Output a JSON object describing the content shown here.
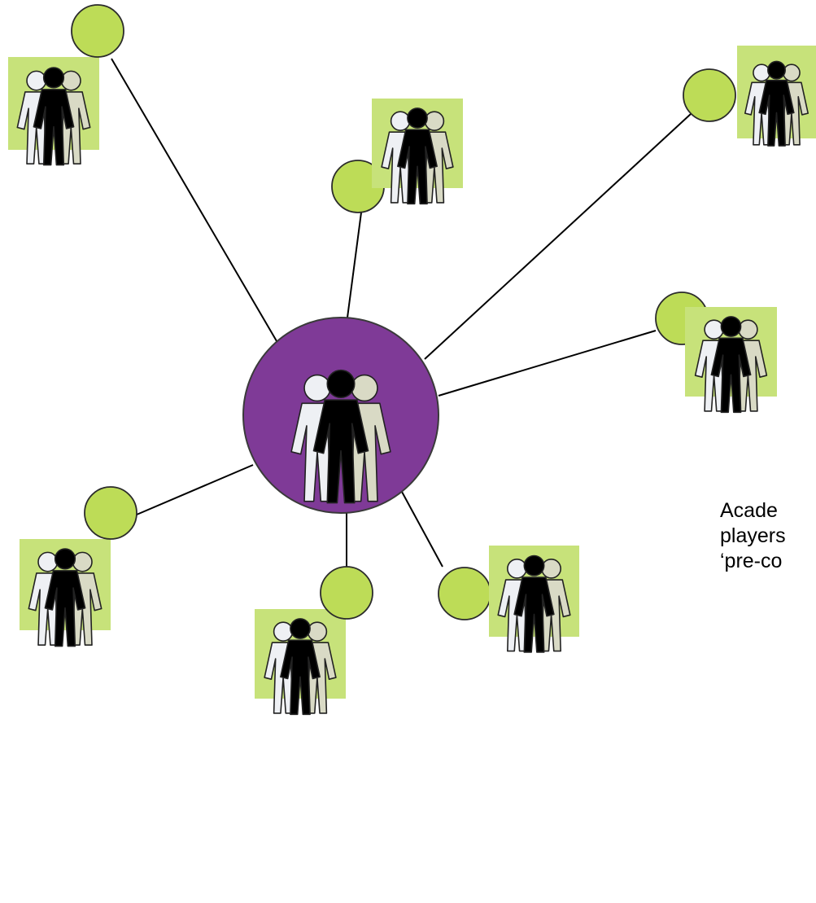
{
  "diagram": {
    "type": "hub-and-spoke network",
    "hub": {
      "icon": "people-group-icon",
      "fill": "#7f3a97",
      "stroke": "#3a3a3a"
    },
    "nodes": [
      {
        "id": "node-top-left",
        "icon": "people-group-icon"
      },
      {
        "id": "node-top-center",
        "icon": "people-group-icon"
      },
      {
        "id": "node-top-right",
        "icon": "people-group-icon"
      },
      {
        "id": "node-right",
        "icon": "people-group-icon"
      },
      {
        "id": "node-left",
        "icon": "people-group-icon"
      },
      {
        "id": "node-bottom-right",
        "icon": "people-group-icon"
      },
      {
        "id": "node-bottom",
        "icon": "people-group-icon"
      }
    ],
    "colors": {
      "node_circle": "#bddc57",
      "node_tile": "#c7e27a",
      "figure_light": "#eef0f4",
      "figure_dark": "#000000",
      "figure_tan": "#d9dac5"
    }
  },
  "caption": {
    "line1": "Acade",
    "line2": "players",
    "line3": "‘pre-co"
  }
}
